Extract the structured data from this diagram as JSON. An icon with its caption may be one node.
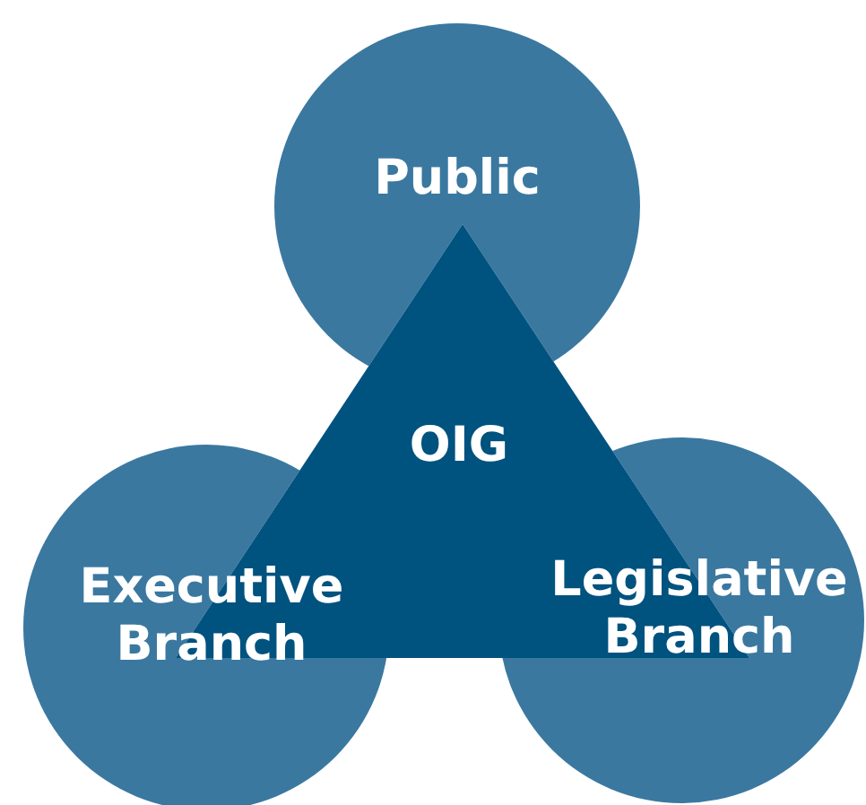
{
  "diagram": {
    "nodes": [
      {
        "text": [
          "Public"
        ]
      },
      {
        "text": [
          "OIG"
        ]
      },
      {
        "text": [
          "Executive Branch"
        ]
      },
      {
        "text": [
          "Legislative Branch"
        ]
      }
    ]
  }
}
